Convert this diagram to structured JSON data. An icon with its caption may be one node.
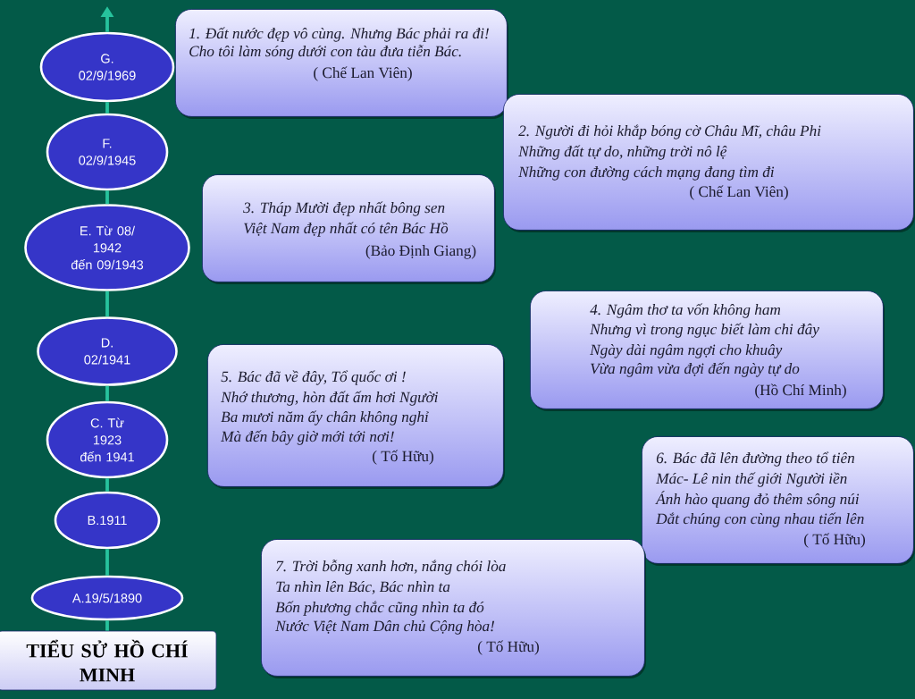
{
  "diagram": {
    "nodes": [
      {
        "text": [
          "G. 02/9/1969"
        ]
      },
      {
        "text": [
          "F. 02/9/1945"
        ]
      },
      {
        "text": [
          "E. Từ 08/ 1942 đến 09/1943"
        ]
      },
      {
        "text": [
          "D. 02/1941"
        ]
      },
      {
        "text": [
          "C. Từ 1923 đến 1941"
        ]
      },
      {
        "text": [
          "B.1911"
        ]
      },
      {
        "text": [
          "A.19/5/1890"
        ]
      },
      {
        "text": [
          "TIỂU SỬ HỒ CHÍ MINH"
        ]
      },
      {
        "text": [
          "1. Đất nước đẹp vô cùng. Nhưng Bác phải ra đi!",
          "Cho tôi làm sóng dưới con tàu đưa tiễn Bác.",
          "( Chế Lan Viên)"
        ]
      },
      {
        "text": [
          "2. Người đi hỏi khắp bóng cờ Châu Mĩ, châu Phi",
          "Những đất tự do, những trời nô lệ",
          "Những con đường cách mạng đang tìm đi",
          "( Chế Lan Viên)"
        ]
      },
      {
        "text": [
          "3. Tháp Mười đẹp nhất bông sen",
          "Việt Nam đẹp nhất có tên Bác Hồ",
          "(Bảo Định Giang)"
        ]
      },
      {
        "text": [
          "4. Ngâm thơ ta vốn không ham",
          "Nhưng vì trong ngục biết làm chi đây",
          "Ngày dài ngâm ngợi cho khuây",
          "Vừa ngâm vừa đợi đến ngày tự do",
          "(Hồ Chí Minh)"
        ]
      },
      {
        "text": [
          "5. Bác đã về đây, Tổ quốc ơi !",
          "Nhớ thương, hòn đất ấm hơi Người",
          "Ba mươi năm ấy chân không nghỉ",
          "Mà đến bây giờ mới tới nơi!",
          "( Tố Hữu)"
        ]
      },
      {
        "text": [
          "6. Bác đã lên đường theo tổ tiên",
          "Mác- Lê nin thế giới Người iền",
          "Ánh hào quang đỏ thêm sông núi",
          "Dắt chúng con cùng nhau tiến lên",
          "( Tố Hữu)"
        ]
      },
      {
        "text": [
          "7. Trời bỗng xanh hơn, nắng chói lòa",
          "Ta nhìn lên Bác, Bác nhìn ta",
          "Bốn phương chắc cũng nhìn ta đó",
          "Nước Việt Nam Dân chủ Cộng hòa!",
          "( Tố Hữu)"
        ]
      }
    ],
    "edges": [
      {
        "from": 7,
        "to": 6,
        "arrow": "none"
      },
      {
        "from": 6,
        "to": 5,
        "arrow": "none"
      },
      {
        "from": 5,
        "to": 4,
        "arrow": "none"
      },
      {
        "from": 4,
        "to": 3,
        "arrow": "none"
      },
      {
        "from": 3,
        "to": 2,
        "arrow": "none"
      },
      {
        "from": 2,
        "to": 1,
        "arrow": "none"
      },
      {
        "from": 1,
        "to": 0,
        "arrow": "none"
      },
      {
        "from": 0,
        "to": null,
        "arrow": "to"
      }
    ]
  }
}
